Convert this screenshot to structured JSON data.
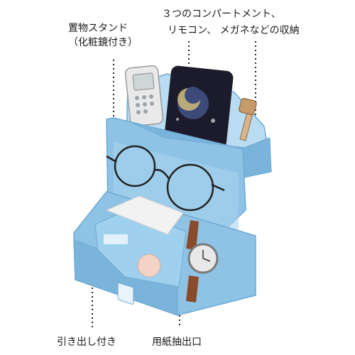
{
  "annotations": {
    "stand_line1": "置物スタンド",
    "stand_line2": "（化粧鏡付き）",
    "compartments_line1": "３つのコンパートメント、",
    "compartments_line2": "リモコン、 メガネなどの収納",
    "drawer": "引き出し付き",
    "tissue_outlet": "用紙抽出口"
  },
  "colors": {
    "organizer_body": "#8ec3e6",
    "organizer_shade": "#6fa9d2",
    "organizer_light": "#b9dcf2",
    "tissue_box": "#9fd0ee",
    "phone": "#1b1b2b",
    "remote": "#e9e9e9",
    "watch_strap": "#8a4b2a",
    "pen": "#d9b48a"
  },
  "icons": {
    "remote": "remote-control-icon",
    "phone": "smartphone-icon",
    "glasses": "eyeglasses-icon",
    "watch": "wristwatch-icon",
    "pen": "pen-icon"
  }
}
